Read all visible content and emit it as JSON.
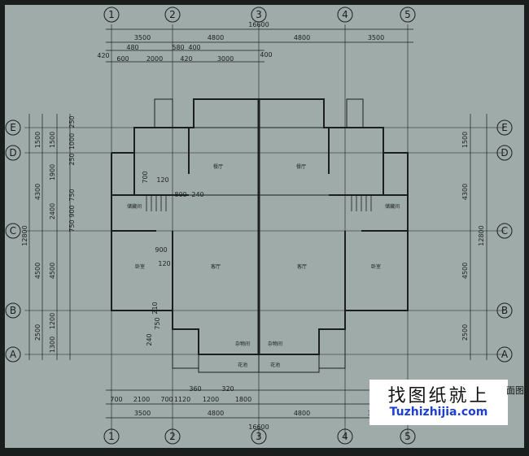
{
  "drawing": {
    "background": "#9eaba9",
    "line_color": "#1a1f1e",
    "axes_top": [
      "1",
      "2",
      "3",
      "4",
      "5"
    ],
    "axes_bottom": [
      "1",
      "2",
      "3",
      "4",
      "5"
    ],
    "axes_left": [
      "E",
      "D",
      "C",
      "B",
      "A"
    ],
    "axes_right": [
      "E",
      "D",
      "C",
      "B",
      "A"
    ],
    "top_dims": {
      "total": "16600",
      "row1": [
        "3500",
        "4800",
        "4800",
        "3500"
      ],
      "row2": [
        "480",
        "580",
        "400",
        "400"
      ],
      "row3": [
        "420",
        "600",
        "2000",
        "420",
        "3000"
      ]
    },
    "left_dims": {
      "total": "12800",
      "outer": [
        "1500",
        "4300",
        "4500",
        "2500"
      ],
      "inner": [
        "250",
        "1500",
        "1000",
        "1900",
        "250",
        "750",
        "2400",
        "900",
        "750",
        "4500",
        "1200",
        "1300"
      ]
    },
    "right_dims": {
      "total": "12800",
      "outer": [
        "1500",
        "4300",
        "4500",
        "2500"
      ]
    },
    "bottom_dims": {
      "total": "16600",
      "row1": [
        "3500",
        "4800",
        "4800",
        "3500"
      ],
      "row2": [
        "700",
        "2100",
        "700",
        "1120",
        "360",
        "1200",
        "320",
        "1800"
      ]
    },
    "room_labels": {
      "dining_left": "餐厅",
      "dining_right": "餐厅",
      "storage_left": "储藏间",
      "storage_right": "储藏间",
      "bedroom_left": "卧室",
      "bedroom_right": "卧室",
      "living_left": "客厅",
      "living_right": "客厅",
      "porch_left": "杂物间",
      "porch_right": "杂物间",
      "planter_left": "花池",
      "planter_right": "花池"
    },
    "interior_dims": [
      "700",
      "120",
      "800",
      "240",
      "900",
      "120",
      "210",
      "750",
      "240"
    ]
  },
  "watermark": {
    "cn": "找图纸就上",
    "url": "Tuzhizhijia.com",
    "title_fragment": "面图"
  }
}
